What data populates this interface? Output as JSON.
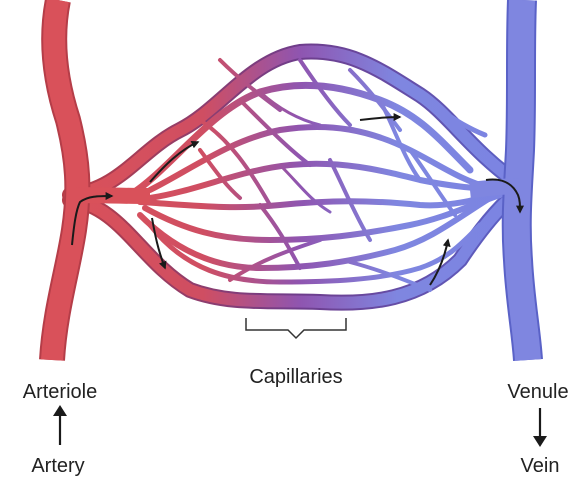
{
  "labels": {
    "capillaries": "Capillaries",
    "arteriole": "Arteriole",
    "artery": "Artery",
    "venule": "Venule",
    "vein": "Vein"
  },
  "colors": {
    "arterial": "#d9515a",
    "arterial_dark": "#b53d48",
    "venous": "#7f86e0",
    "venous_dark": "#5a62c7",
    "transition": "#8a4fa8",
    "arrow": "#1a1a1a",
    "label": "#222222"
  },
  "icons": {
    "flow_arrow": "arrowhead",
    "direction_arrow": "arrow"
  }
}
